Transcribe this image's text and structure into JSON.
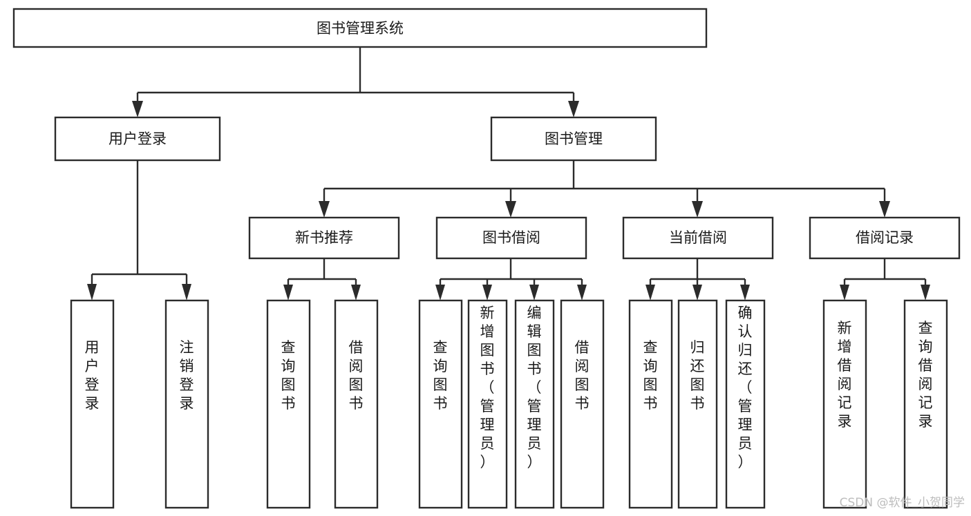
{
  "diagram": {
    "title": "图书管理系统",
    "type": "tree",
    "root": {
      "id": "root",
      "label": "图书管理系统",
      "orientation": "horizontal"
    },
    "level2": [
      {
        "id": "user-login",
        "label": "用户登录",
        "orientation": "horizontal"
      },
      {
        "id": "book-manage",
        "label": "图书管理",
        "orientation": "horizontal"
      }
    ],
    "level3": [
      {
        "id": "new-book-rec",
        "label": "新书推荐",
        "parent": "book-manage",
        "orientation": "horizontal"
      },
      {
        "id": "book-borrow",
        "label": "图书借阅",
        "parent": "book-manage",
        "orientation": "horizontal"
      },
      {
        "id": "current-borrow",
        "label": "当前借阅",
        "parent": "book-manage",
        "orientation": "horizontal"
      },
      {
        "id": "borrow-record",
        "label": "借阅记录",
        "parent": "book-manage",
        "orientation": "horizontal"
      }
    ],
    "leaves": [
      {
        "id": "leaf-user-login",
        "label": "用户登录",
        "parent": "user-login",
        "orientation": "vertical"
      },
      {
        "id": "leaf-logout",
        "label": "注销登录",
        "parent": "user-login",
        "orientation": "vertical"
      },
      {
        "id": "leaf-query-book-1",
        "label": "查询图书",
        "parent": "new-book-rec",
        "orientation": "vertical"
      },
      {
        "id": "leaf-borrow-book-1",
        "label": "借阅图书",
        "parent": "new-book-rec",
        "orientation": "vertical"
      },
      {
        "id": "leaf-query-book-2",
        "label": "查询图书",
        "parent": "book-borrow",
        "orientation": "vertical"
      },
      {
        "id": "leaf-add-book",
        "label": "新增图书（管理员）",
        "parent": "book-borrow",
        "orientation": "vertical"
      },
      {
        "id": "leaf-edit-book",
        "label": "编辑图书（管理员）",
        "parent": "book-borrow",
        "orientation": "vertical"
      },
      {
        "id": "leaf-borrow-book-2",
        "label": "借阅图书",
        "parent": "book-borrow",
        "orientation": "vertical"
      },
      {
        "id": "leaf-query-book-3",
        "label": "查询图书",
        "parent": "current-borrow",
        "orientation": "vertical"
      },
      {
        "id": "leaf-return-book",
        "label": "归还图书",
        "parent": "current-borrow",
        "orientation": "vertical"
      },
      {
        "id": "leaf-confirm-return",
        "label": "确认归还（管理员）",
        "parent": "current-borrow",
        "orientation": "vertical"
      },
      {
        "id": "leaf-add-record",
        "label": "新增借阅记录",
        "parent": "borrow-record",
        "orientation": "vertical"
      },
      {
        "id": "leaf-query-record",
        "label": "查询借阅记录",
        "parent": "borrow-record",
        "orientation": "vertical"
      }
    ],
    "watermark": "CSDN @软件_小贺同学",
    "colors": {
      "box_stroke": "#2b2b2b",
      "box_fill": "#ffffff",
      "text": "#1a1a1a",
      "connector": "#2b2b2b",
      "watermark": "#bdbdbd",
      "background": "#ffffff"
    }
  }
}
